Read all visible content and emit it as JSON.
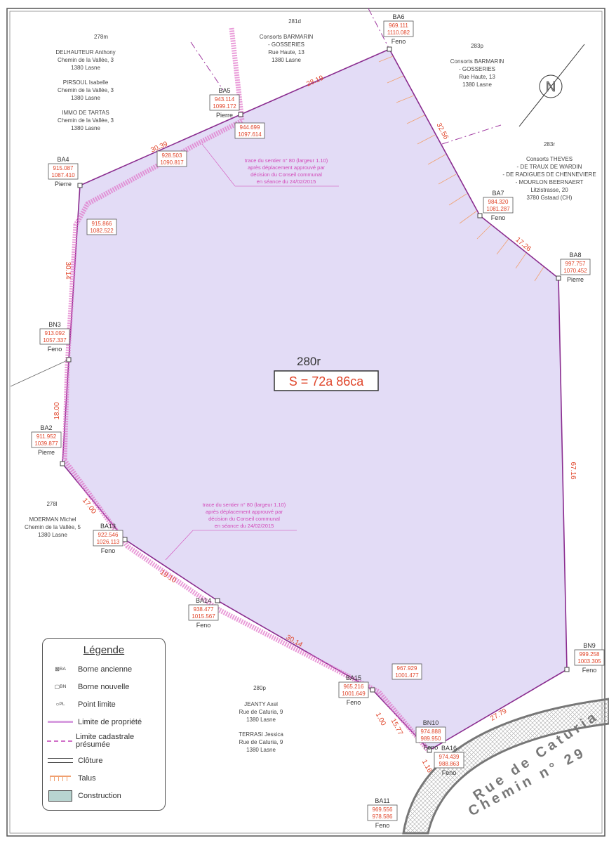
{
  "parcel": {
    "id": "280r",
    "area": "S = 72a 86ca"
  },
  "owners": [
    {
      "parcel": "278m",
      "lines": [
        "DELHAUTEUR Anthony",
        "Chemin de la Vallée, 3",
        "1380 Lasne",
        "PIRSOUL Isabelle",
        "Chemin de la Vallée, 3",
        "1380 Lasne",
        "IMMO DE TARTAS",
        "Chemin de la Vallée, 3",
        "1380 Lasne"
      ]
    },
    {
      "parcel": "281d",
      "lines": [
        "Consorts BARMARIN",
        "- GOSSERIES",
        "Rue Haute, 13",
        "1380 Lasne"
      ]
    },
    {
      "parcel": "283p",
      "lines": [
        "Consorts BARMARIN",
        "- GOSSERIES",
        "Rue Haute, 13",
        "1380 Lasne"
      ]
    },
    {
      "parcel": "283r",
      "lines": [
        "Consorts THEVES",
        "- DE TRAUX DE WARDIN",
        "- DE RADIGUES DE CHENNEVIERE",
        "- MOURLON BEERNAERT",
        "Litzistrasse, 20",
        "3780 Gstaad (CH)"
      ]
    },
    {
      "parcel": "278l",
      "lines": [
        "MOERMAN Michel",
        "Chemin de la Vallée, 5",
        "1380 Lasne"
      ]
    },
    {
      "parcel": "280p",
      "lines": [
        "JEANTY Axel",
        "Rue de Caturia, 9",
        "1380 Lasne",
        "TERRASI Jessica",
        "Rue de Caturia, 9",
        "1380 Lasne"
      ]
    }
  ],
  "points": [
    {
      "id": "BA4",
      "x": "915.087",
      "y": "1087.410",
      "type": "Pierre"
    },
    {
      "id": "BA5",
      "x": "943.114",
      "y": "1099.172",
      "type": "Pierre"
    },
    {
      "id": "BA6",
      "x": "969.111",
      "y": "1110.082",
      "type": "Feno"
    },
    {
      "id": "BA7",
      "x": "984.320",
      "y": "1081.287",
      "type": "Feno"
    },
    {
      "id": "BA8",
      "x": "997.757",
      "y": "1070.452",
      "type": "Pierre"
    },
    {
      "id": "BN9",
      "x": "999.258",
      "y": "1003.305",
      "type": "Feno"
    },
    {
      "id": "BN10",
      "x": "974.888",
      "y": "989.950",
      "type": "Feno"
    },
    {
      "id": "BA15",
      "x": "965.216",
      "y": "1001.649",
      "type": "Feno"
    },
    {
      "id": "BA14",
      "x": "938.477",
      "y": "1015.567",
      "type": "Feno"
    },
    {
      "id": "BA13",
      "x": "922.546",
      "y": "1026.113",
      "type": "Feno"
    },
    {
      "id": "BA2",
      "x": "911.952",
      "y": "1039.877",
      "type": "Pierre"
    },
    {
      "id": "BN3",
      "x": "913.092",
      "y": "1057.337",
      "type": "Feno"
    },
    {
      "id": "BA16",
      "x": "974.439",
      "y": "988.863",
      "type": "Feno"
    },
    {
      "id": "BA11",
      "x": "969.556",
      "y": "978.586",
      "type": "Feno"
    }
  ],
  "path_points": [
    {
      "x": "944.699",
      "y": "1097.614"
    },
    {
      "x": "928.503",
      "y": "1090.817"
    },
    {
      "x": "915.866",
      "y": "1082.522"
    },
    {
      "x": "967.929",
      "y": "1001.477"
    }
  ],
  "distances": [
    "30.39",
    "28.19",
    "32.56",
    "17.26",
    "67.16",
    "27.79",
    "15.77",
    "1.00",
    "1.16",
    "30.14",
    "19.10",
    "17.00",
    "18.00",
    "30.14"
  ],
  "notes": {
    "sentier": [
      "trace du sentier n° 80 (largeur 1.10)",
      "après déplacement approuvé par",
      "décision du Conseil communal",
      "en séance du 24/02/2015"
    ]
  },
  "road": {
    "line1": "Rue de Caturia",
    "line2": "Chemin n° 29"
  },
  "legend": {
    "title": "Légende",
    "items": [
      {
        "sym": "BA",
        "label": "Borne ancienne"
      },
      {
        "sym": "BN",
        "label": "Borne nouvelle"
      },
      {
        "sym": "PL",
        "label": "Point limite"
      },
      {
        "sym": "",
        "label": "Limite de propriété"
      },
      {
        "sym": "",
        "label": "Limite cadastrale présumée"
      },
      {
        "sym": "",
        "label": "Clôture"
      },
      {
        "sym": "",
        "label": "Talus"
      },
      {
        "sym": "",
        "label": "Construction"
      }
    ]
  },
  "colors": {
    "parcel_fill": "#e3dcf6",
    "boundary": "#8a2c8f",
    "path": "#e070c8",
    "coord": "#e0452a",
    "talus": "#f0a070"
  }
}
